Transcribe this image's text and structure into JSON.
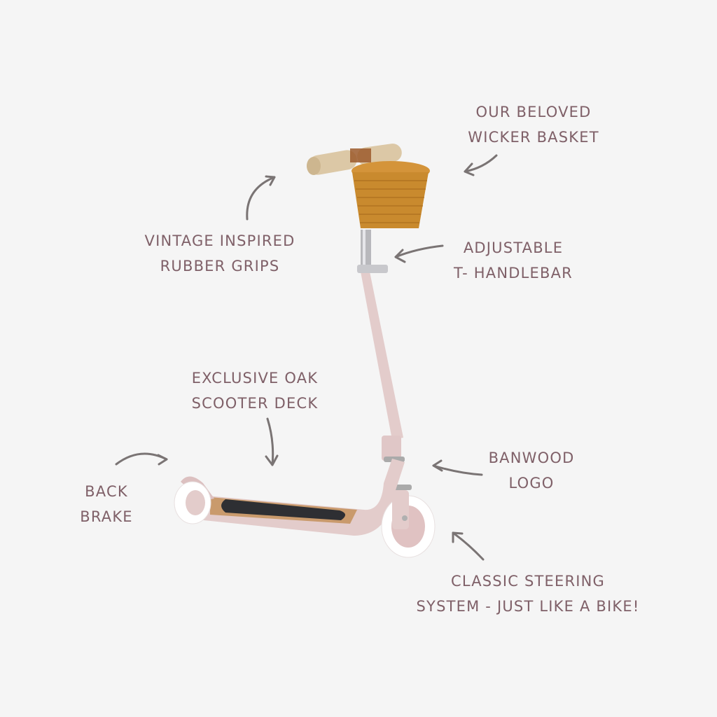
{
  "colors": {
    "background": "#f5f5f5",
    "label_text": "#7f6068",
    "arrow": "#7a7474",
    "scooter_frame": "#e3cccb",
    "basket": "#c98a2e",
    "grip": "#dcc8a6",
    "deck_oak": "#c99a6c",
    "grip_tape": "#2e2f33",
    "wheel": "#ffffff"
  },
  "product": {
    "name": "Banwood scooter",
    "color": "pink"
  },
  "callouts": [
    {
      "id": "wicker-basket",
      "lines": [
        "OUR BELOVED",
        "WICKER BASKET"
      ]
    },
    {
      "id": "rubber-grips",
      "lines": [
        "VINTAGE INSPIRED",
        "RUBBER GRIPS"
      ]
    },
    {
      "id": "t-handlebar",
      "lines": [
        "ADJUSTABLE",
        "T- HANDLEBAR"
      ]
    },
    {
      "id": "oak-deck",
      "lines": [
        "EXCLUSIVE OAK",
        "SCOOTER DECK"
      ]
    },
    {
      "id": "banwood-logo",
      "lines": [
        "BANWOOD",
        "LOGO"
      ]
    },
    {
      "id": "back-brake",
      "lines": [
        "BACK",
        "BRAKE"
      ]
    },
    {
      "id": "steering-system",
      "lines": [
        "CLASSIC STEERING",
        "SYSTEM - JUST LIKE A BIKE!"
      ]
    }
  ]
}
